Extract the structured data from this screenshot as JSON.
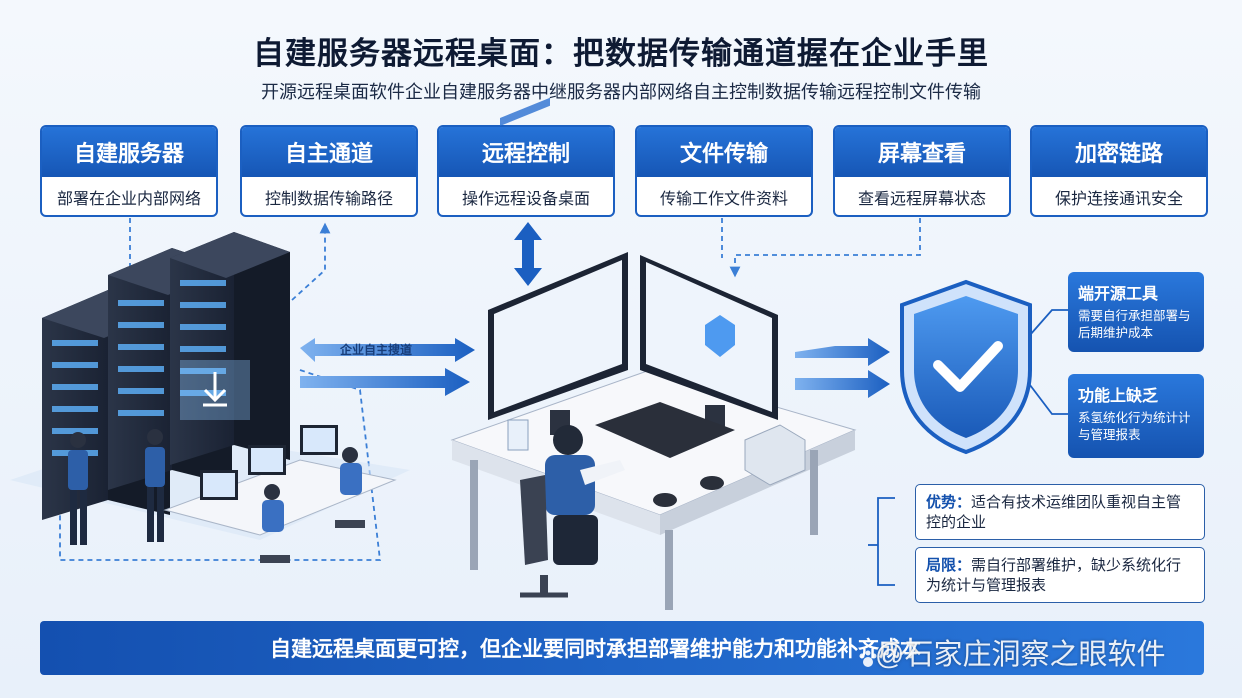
{
  "title": "自建服务器远程桌面：把数据传输通道握在企业手里",
  "subtitle": "开源远程桌面软件企业自建服务器中继服务器内部网络自主控制数据传输远程控制文件传输",
  "cards": [
    {
      "title": "自建服务器",
      "desc": "部署在企业内部网络"
    },
    {
      "title": "自主通道",
      "desc": "控制数据传输路径"
    },
    {
      "title": "远程控制",
      "desc": "操作远程设备桌面"
    },
    {
      "title": "文件传输",
      "desc": "传输工作文件资料"
    },
    {
      "title": "屏幕查看",
      "desc": "查看远程屏幕状态"
    },
    {
      "title": "加密链路",
      "desc": "保护连接通讯安全"
    }
  ],
  "tunnel_label": "企业自主搜道",
  "side_boxes": [
    {
      "title": "端开源工具",
      "text": "需要自行承担部署与后期维护成本"
    },
    {
      "title": "功能上缺乏",
      "text": "系氢统化行为统计计与管理报表"
    }
  ],
  "notes": [
    {
      "label": "优势：",
      "text": "适合有技术运维团队重视自主管控的企业"
    },
    {
      "label": "局限：",
      "text": "需自行部署维护，缺少系统化行为统计与管理报表"
    }
  ],
  "banner": "自建远程桌面更可控，但企业要同时承担部署维护能力和功能补齐成本",
  "watermark": "@石家庄洞察之眼软件",
  "colors": {
    "primary": "#1b5fc1",
    "dark_primary": "#1450b0",
    "accent_light": "#2a78dc",
    "background": "#eef4fb"
  }
}
